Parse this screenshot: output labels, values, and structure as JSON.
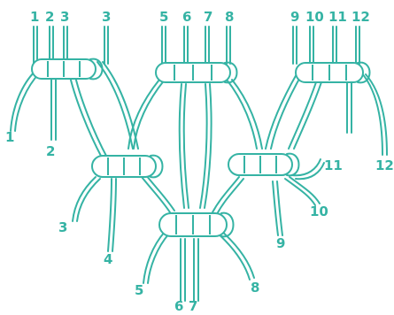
{
  "diagram": {
    "stroke_color": "#35b3a4",
    "background": "#ffffff",
    "top_labels": [
      "1",
      "2",
      "3",
      "3",
      "5",
      "6",
      "7",
      "8",
      "9",
      "10",
      "11",
      "12"
    ],
    "bottom_labels": [
      "1",
      "2",
      "3",
      "4",
      "5",
      "6",
      "7",
      "8",
      "9",
      "10",
      "11",
      "12"
    ]
  }
}
